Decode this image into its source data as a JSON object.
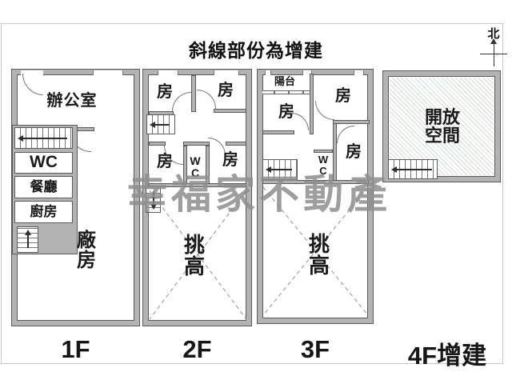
{
  "title": "斜線部份為增建",
  "compass": {
    "label": "北"
  },
  "watermark": "幸福家不動產",
  "colors": {
    "wall": "#b3b3b3",
    "outline": "#5a5a5a",
    "hatch_line": "#7d9b7d",
    "watermark": "#8e8e8e"
  },
  "floors": {
    "f1": {
      "label": "1F",
      "office": "辦公室",
      "wc": "WC",
      "dining": "餐廳",
      "kitchen": "廚房",
      "factory": "廠房"
    },
    "f2": {
      "label": "2F",
      "room": "房",
      "wc": "WC",
      "void": "挑高"
    },
    "f3": {
      "label": "3F",
      "balcony": "陽台",
      "room": "房",
      "wc": "WC",
      "void": "挑高"
    },
    "f4": {
      "label": "4F增建",
      "open_space": "開放空間"
    }
  }
}
